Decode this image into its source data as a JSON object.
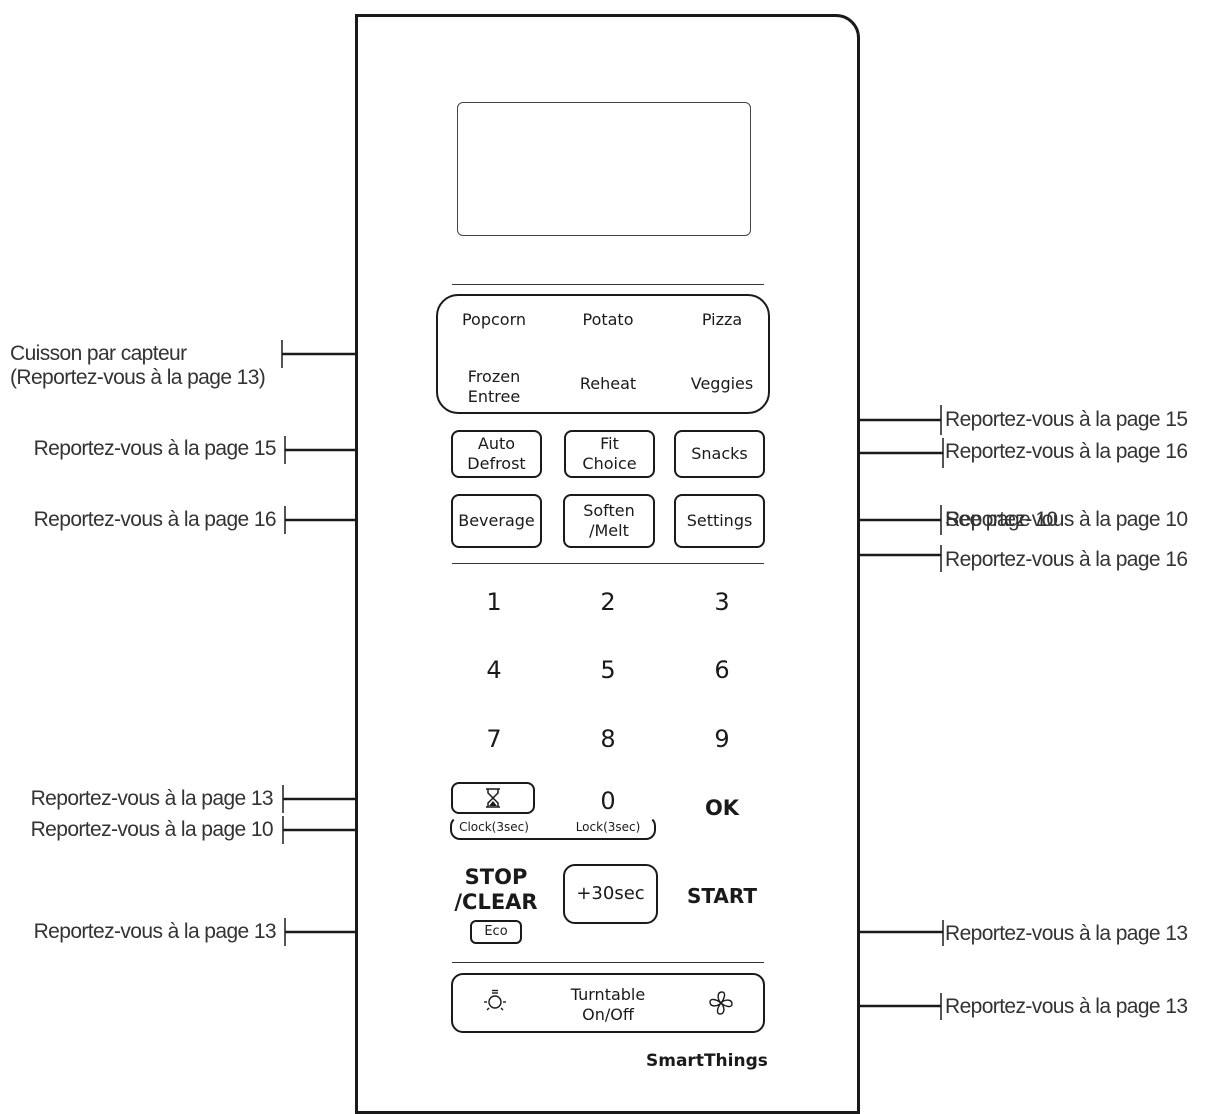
{
  "panel": {
    "sensor_keys": [
      "Popcorn",
      "Potato",
      "Pizza",
      "Frozen\nEntree",
      "Reheat",
      "Veggies"
    ],
    "keys": {
      "auto_defrost": "Auto\nDefrost",
      "fit_choice": "Fit\nChoice",
      "snacks": "Snacks",
      "beverage": "Beverage",
      "soften_melt": "Soften\n/Melt",
      "settings": "Settings"
    },
    "numbers": [
      "1",
      "2",
      "3",
      "4",
      "5",
      "6",
      "7",
      "8",
      "9",
      "0"
    ],
    "ok": "OK",
    "clock_sub": "Clock(3sec)",
    "lock_sub": "Lock(3sec)",
    "stop_clear": "STOP\n/CLEAR",
    "eco": "Eco",
    "plus30": "+30sec",
    "start": "START",
    "turntable": "Turntable\nOn/Off",
    "brand": "SmartThings",
    "icons": [
      "hourglass-icon",
      "light-bulb-icon",
      "fan-icon"
    ]
  },
  "annotations": {
    "sensor_cook": "Cuisson par capteur\n(Reportez-vous à la page 13)",
    "auto_defrost": "Reportez-vous à la page 15",
    "beverage": "Reportez-vous à la page 16",
    "timer": "Reportez-vous à la page 13",
    "clock": "Reportez-vous à la page 10",
    "eco": "Reportez-vous à la page 13",
    "fit_choice": "Reportez-vous à la page 15",
    "snacks": "Reportez-vous à la page 16",
    "settings_overlay": "See page 10",
    "settings": "Reportez-vous à la page 10",
    "soften_melt": "Reportez-vous à la page 16",
    "plus30": "Reportez-vous à la page 13",
    "turntable": "Reportez-vous à la page 13"
  }
}
